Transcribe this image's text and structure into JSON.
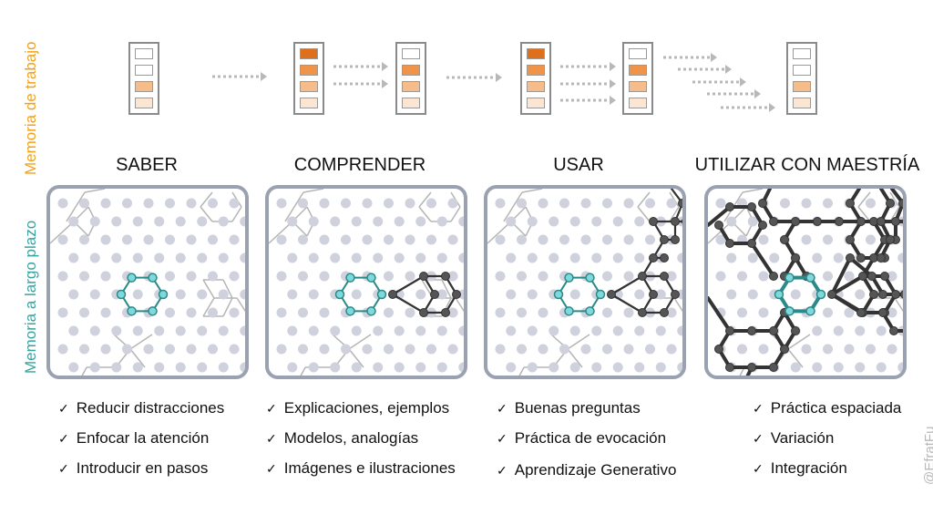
{
  "labels": {
    "working_memory": "Memoria de trabajo",
    "long_term_memory": "Memoria a largo plazo",
    "watermark": "@EfratFu"
  },
  "colors": {
    "working_memory_label": "#f2a11a",
    "long_term_memory_label": "#3aa3a0",
    "teal_node": "#7fd8dc",
    "teal_edge": "#2a8a8a",
    "dark_node": "#555555",
    "dark_edge": "#333333",
    "grey_node": "#cfd1dc",
    "grey_edge": "#b5b5b5",
    "slot_empty": "#ffffff",
    "slot_dark": "#de6f1c",
    "slot_medium": "#f0944a",
    "slot_light": "#f6bd8b",
    "slot_pale": "#fbe6d3"
  },
  "working_memory_stacks": [
    {
      "slots": [
        "empty",
        "empty",
        "light",
        "pale"
      ]
    },
    {
      "slots": [
        "dark",
        "medium",
        "light",
        "pale"
      ]
    },
    {
      "slots": [
        "empty",
        "medium",
        "light",
        "pale"
      ]
    },
    {
      "slots": [
        "dark",
        "medium",
        "light",
        "pale"
      ]
    },
    {
      "slots": [
        "empty",
        "medium",
        "light",
        "pale"
      ]
    },
    {
      "slots": [
        "empty",
        "empty",
        "light",
        "pale"
      ]
    }
  ],
  "stages": [
    {
      "title": "SABER",
      "strategies": [
        "Reducir distracciones",
        "Enfocar la atención",
        "Introducir en pasos"
      ]
    },
    {
      "title": "COMPRENDER",
      "strategies": [
        "Explicaciones, ejemplos",
        "Modelos, analogías",
        "Imágenes e ilustraciones"
      ]
    },
    {
      "title": "USAR",
      "strategies": [
        "Buenas preguntas",
        "Práctica de evocación",
        "Aprendizaje Generativo"
      ]
    },
    {
      "title": "UTILIZAR CON MAESTRÍA",
      "strategies": [
        "Práctica espaciada",
        "Variación",
        "Integración"
      ]
    }
  ],
  "check_glyph": "✓"
}
